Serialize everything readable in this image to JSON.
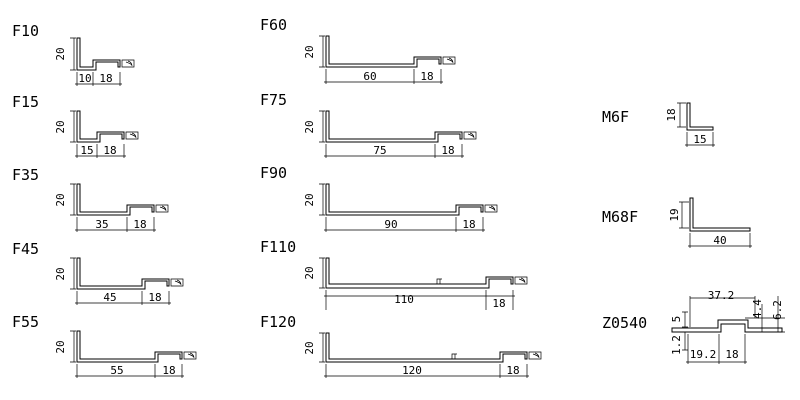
{
  "profiles": [
    {
      "name": "F10",
      "height": "20",
      "width": "10",
      "lip": "18"
    },
    {
      "name": "F15",
      "height": "20",
      "width": "15",
      "lip": "18"
    },
    {
      "name": "F35",
      "height": "20",
      "width": "35",
      "lip": "18"
    },
    {
      "name": "F45",
      "height": "20",
      "width": "45",
      "lip": "18"
    },
    {
      "name": "F55",
      "height": "20",
      "width": "55",
      "lip": "18"
    },
    {
      "name": "F60",
      "height": "20",
      "width": "60",
      "lip": "18"
    },
    {
      "name": "F75",
      "height": "20",
      "width": "75",
      "lip": "18"
    },
    {
      "name": "F90",
      "height": "20",
      "width": "90",
      "lip": "18"
    },
    {
      "name": "F110",
      "height": "20",
      "width": "110",
      "lip": "18"
    },
    {
      "name": "F120",
      "height": "20",
      "width": "120",
      "lip": "18"
    }
  ],
  "angles": [
    {
      "name": "M6F",
      "height": "18",
      "width": "15"
    },
    {
      "name": "M68F",
      "height": "19",
      "width": "40"
    }
  ],
  "zprofile": {
    "name": "Z0540",
    "top_width": "37.2",
    "left_height": "5",
    "right_height_a": "4.4",
    "right_height_b": "6.2",
    "bottom_height": "1.2",
    "bottom_width_a": "19.2",
    "bottom_width_b": "18"
  }
}
